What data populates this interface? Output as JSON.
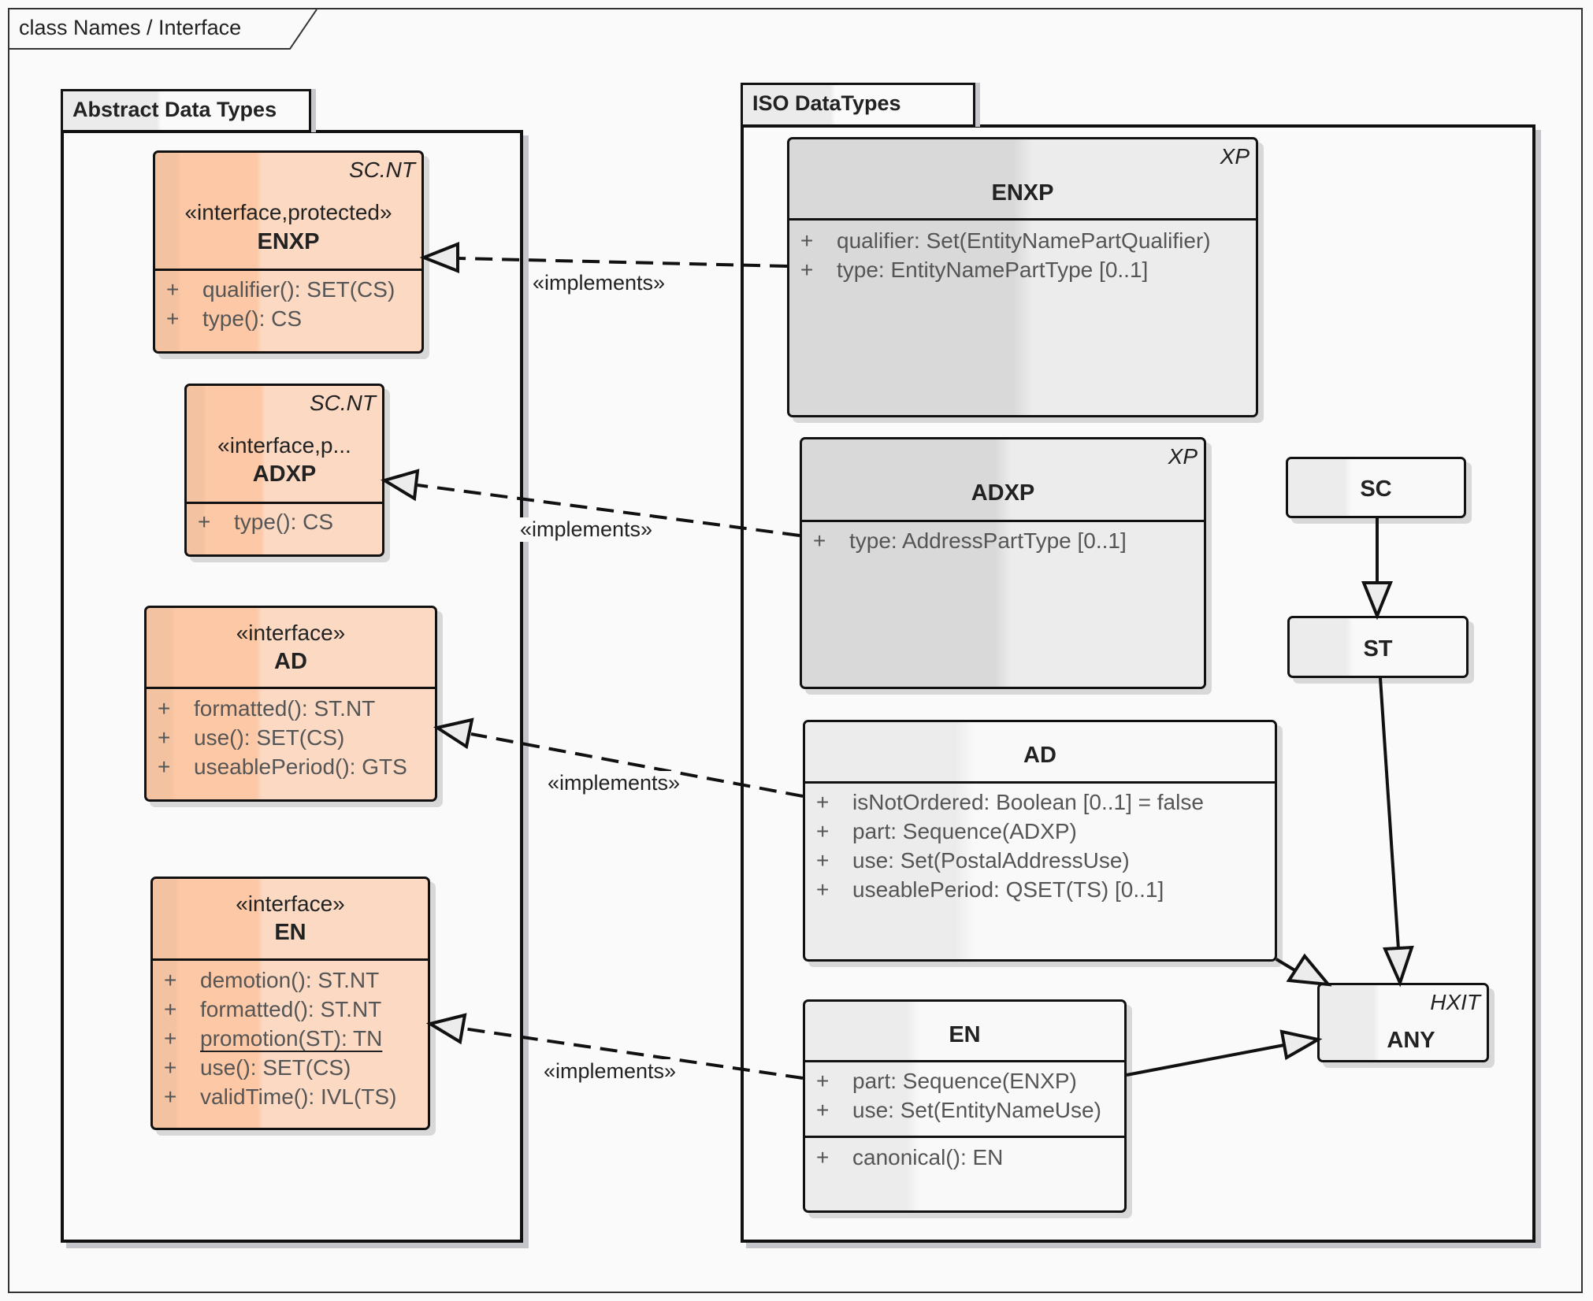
{
  "frame": {
    "title": "class Names / Interface"
  },
  "packages": {
    "abstract": {
      "label": "Abstract Data Types"
    },
    "iso": {
      "label": "ISO DataTypes"
    }
  },
  "interfaces": {
    "enxp": {
      "tag": "SC.NT",
      "stereotype": "«interface,protected»",
      "name": "ENXP",
      "operations": [
        {
          "vis": "+",
          "text": "qualifier(): SET(CS)"
        },
        {
          "vis": "+",
          "text": "type(): CS"
        }
      ]
    },
    "adxp": {
      "tag": "SC.NT",
      "stereotype": "«interface,p...",
      "name": "ADXP",
      "operations": [
        {
          "vis": "+",
          "text": "type(): CS"
        }
      ]
    },
    "ad": {
      "stereotype": "«interface»",
      "name": "AD",
      "operations": [
        {
          "vis": "+",
          "text": "formatted(): ST.NT"
        },
        {
          "vis": "+",
          "text": "use(): SET(CS)"
        },
        {
          "vis": "+",
          "text": "useablePeriod(): GTS"
        }
      ]
    },
    "en": {
      "stereotype": "«interface»",
      "name": "EN",
      "operations": [
        {
          "vis": "+",
          "text": "demotion(): ST.NT"
        },
        {
          "vis": "+",
          "text": "formatted(): ST.NT"
        },
        {
          "vis": "+",
          "text": "promotion(ST): TN",
          "static": true
        },
        {
          "vis": "+",
          "text": "use(): SET(CS)"
        },
        {
          "vis": "+",
          "text": "validTime(): IVL(TS)"
        }
      ]
    }
  },
  "iso_classes": {
    "enxp": {
      "tag": "XP",
      "name": "ENXP",
      "attributes": [
        {
          "vis": "+",
          "text": "qualifier: Set(EntityNamePartQualifier)"
        },
        {
          "vis": "+",
          "text": "type: EntityNamePartType [0..1]"
        }
      ]
    },
    "adxp": {
      "tag": "XP",
      "name": "ADXP",
      "attributes": [
        {
          "vis": "+",
          "text": "type: AddressPartType [0..1]"
        }
      ]
    },
    "ad": {
      "name": "AD",
      "attributes": [
        {
          "vis": "+",
          "text": "isNotOrdered: Boolean [0..1] = false"
        },
        {
          "vis": "+",
          "text": "part: Sequence(ADXP)"
        },
        {
          "vis": "+",
          "text": "use: Set(PostalAddressUse)"
        },
        {
          "vis": "+",
          "text": "useablePeriod: QSET(TS) [0..1]"
        }
      ]
    },
    "en": {
      "name": "EN",
      "attributes": [
        {
          "vis": "+",
          "text": "part: Sequence(ENXP)"
        },
        {
          "vis": "+",
          "text": "use: Set(EntityNameUse)"
        }
      ],
      "operations": [
        {
          "vis": "+",
          "text": "canonical(): EN"
        }
      ]
    },
    "sc": {
      "name": "SC"
    },
    "st": {
      "name": "ST"
    },
    "any": {
      "tag": "HXIT",
      "name": "ANY"
    }
  },
  "relations": {
    "implements_label": "«implements»",
    "realizations": [
      {
        "from": "ISO ENXP",
        "to": "ENXP (interface)"
      },
      {
        "from": "ISO ADXP",
        "to": "ADXP (interface)"
      },
      {
        "from": "ISO AD",
        "to": "AD (interface)"
      },
      {
        "from": "ISO EN",
        "to": "EN (interface)"
      }
    ],
    "generalizations": [
      {
        "from": "SC",
        "to": "ST"
      },
      {
        "from": "ST",
        "to": "ANY"
      },
      {
        "from": "AD",
        "to": "ANY"
      },
      {
        "from": "EN",
        "to": "ANY"
      }
    ]
  }
}
